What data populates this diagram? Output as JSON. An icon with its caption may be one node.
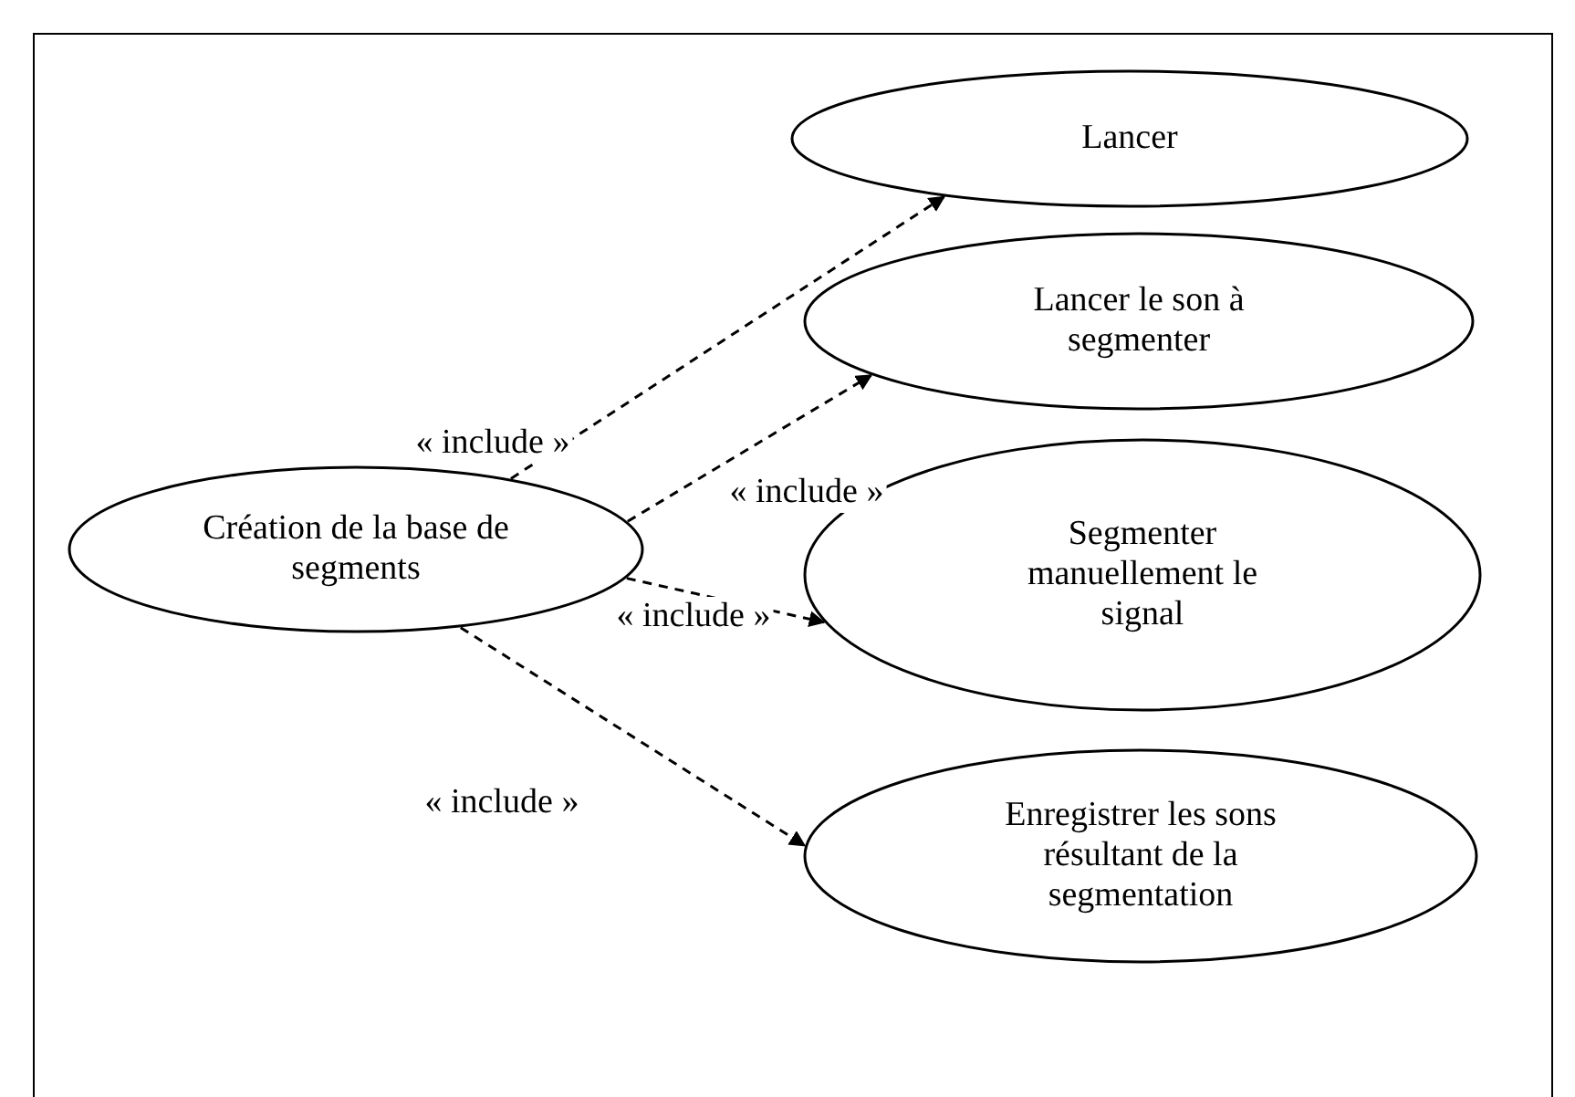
{
  "diagram": {
    "nodes": [
      {
        "text": [
          "Création de la base de segments"
        ]
      },
      {
        "text": [
          "Lancer"
        ]
      },
      {
        "text": [
          "Lancer le son à segmenter"
        ]
      },
      {
        "text": [
          "Segmenter manuellement le signal"
        ]
      },
      {
        "text": [
          "Enregistrer les sons résultant de la segmentation"
        ]
      }
    ],
    "edges": [
      {
        "from": 0,
        "to": 1,
        "arrow": "to",
        "style": "dashed",
        "label": "« include »"
      },
      {
        "from": 0,
        "to": 2,
        "arrow": "to",
        "style": "dashed",
        "label": "« include »"
      },
      {
        "from": 0,
        "to": 3,
        "arrow": "to",
        "style": "dashed",
        "label": "« include »"
      },
      {
        "from": 0,
        "to": 4,
        "arrow": "to",
        "style": "dashed",
        "label": "« include »"
      }
    ]
  }
}
